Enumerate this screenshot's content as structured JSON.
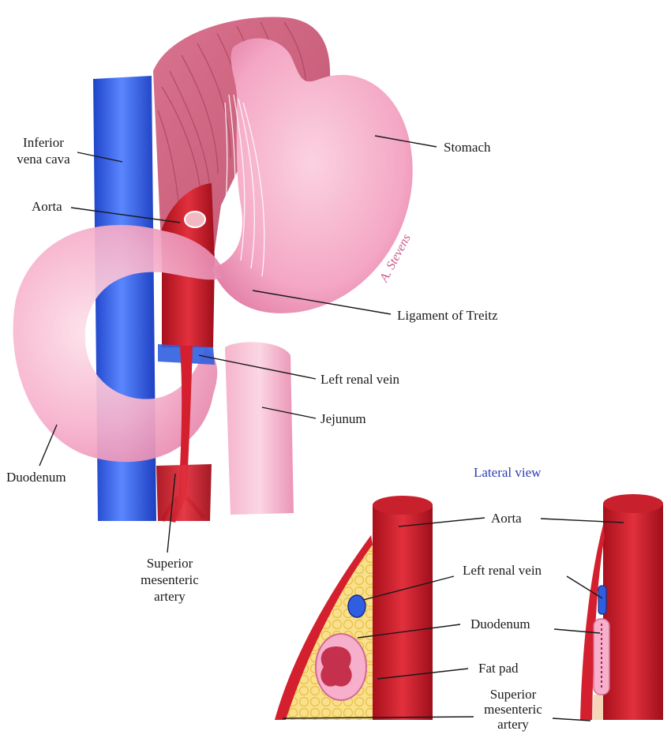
{
  "labels": {
    "inferior_vena_cava": "Inferior\nvena cava",
    "aorta_main": "Aorta",
    "stomach": "Stomach",
    "ligament_of_treitz": "Ligament of Treitz",
    "left_renal_vein_main": "Left renal vein",
    "jejunum": "Jejunum",
    "duodenum_main": "Duodenum",
    "superior_mesenteric_artery_main": "Superior\nmesenteric\nartery",
    "lateral_view": "Lateral view",
    "aorta_lateral": "Aorta",
    "left_renal_vein_lateral": "Left renal vein",
    "duodenum_lateral": "Duodenum",
    "fat_pad": "Fat pad",
    "superior_mesenteric_artery_lateral": "Superior\nmesenteric\nartery"
  },
  "signature": "A. Stevens",
  "colors": {
    "vena_cava": "#2f5fe0",
    "aorta": "#d41f2e",
    "stomach": "#f4a7c4",
    "duodenum": "#f6b0cb",
    "fat_pad": "#f7dc7a"
  }
}
